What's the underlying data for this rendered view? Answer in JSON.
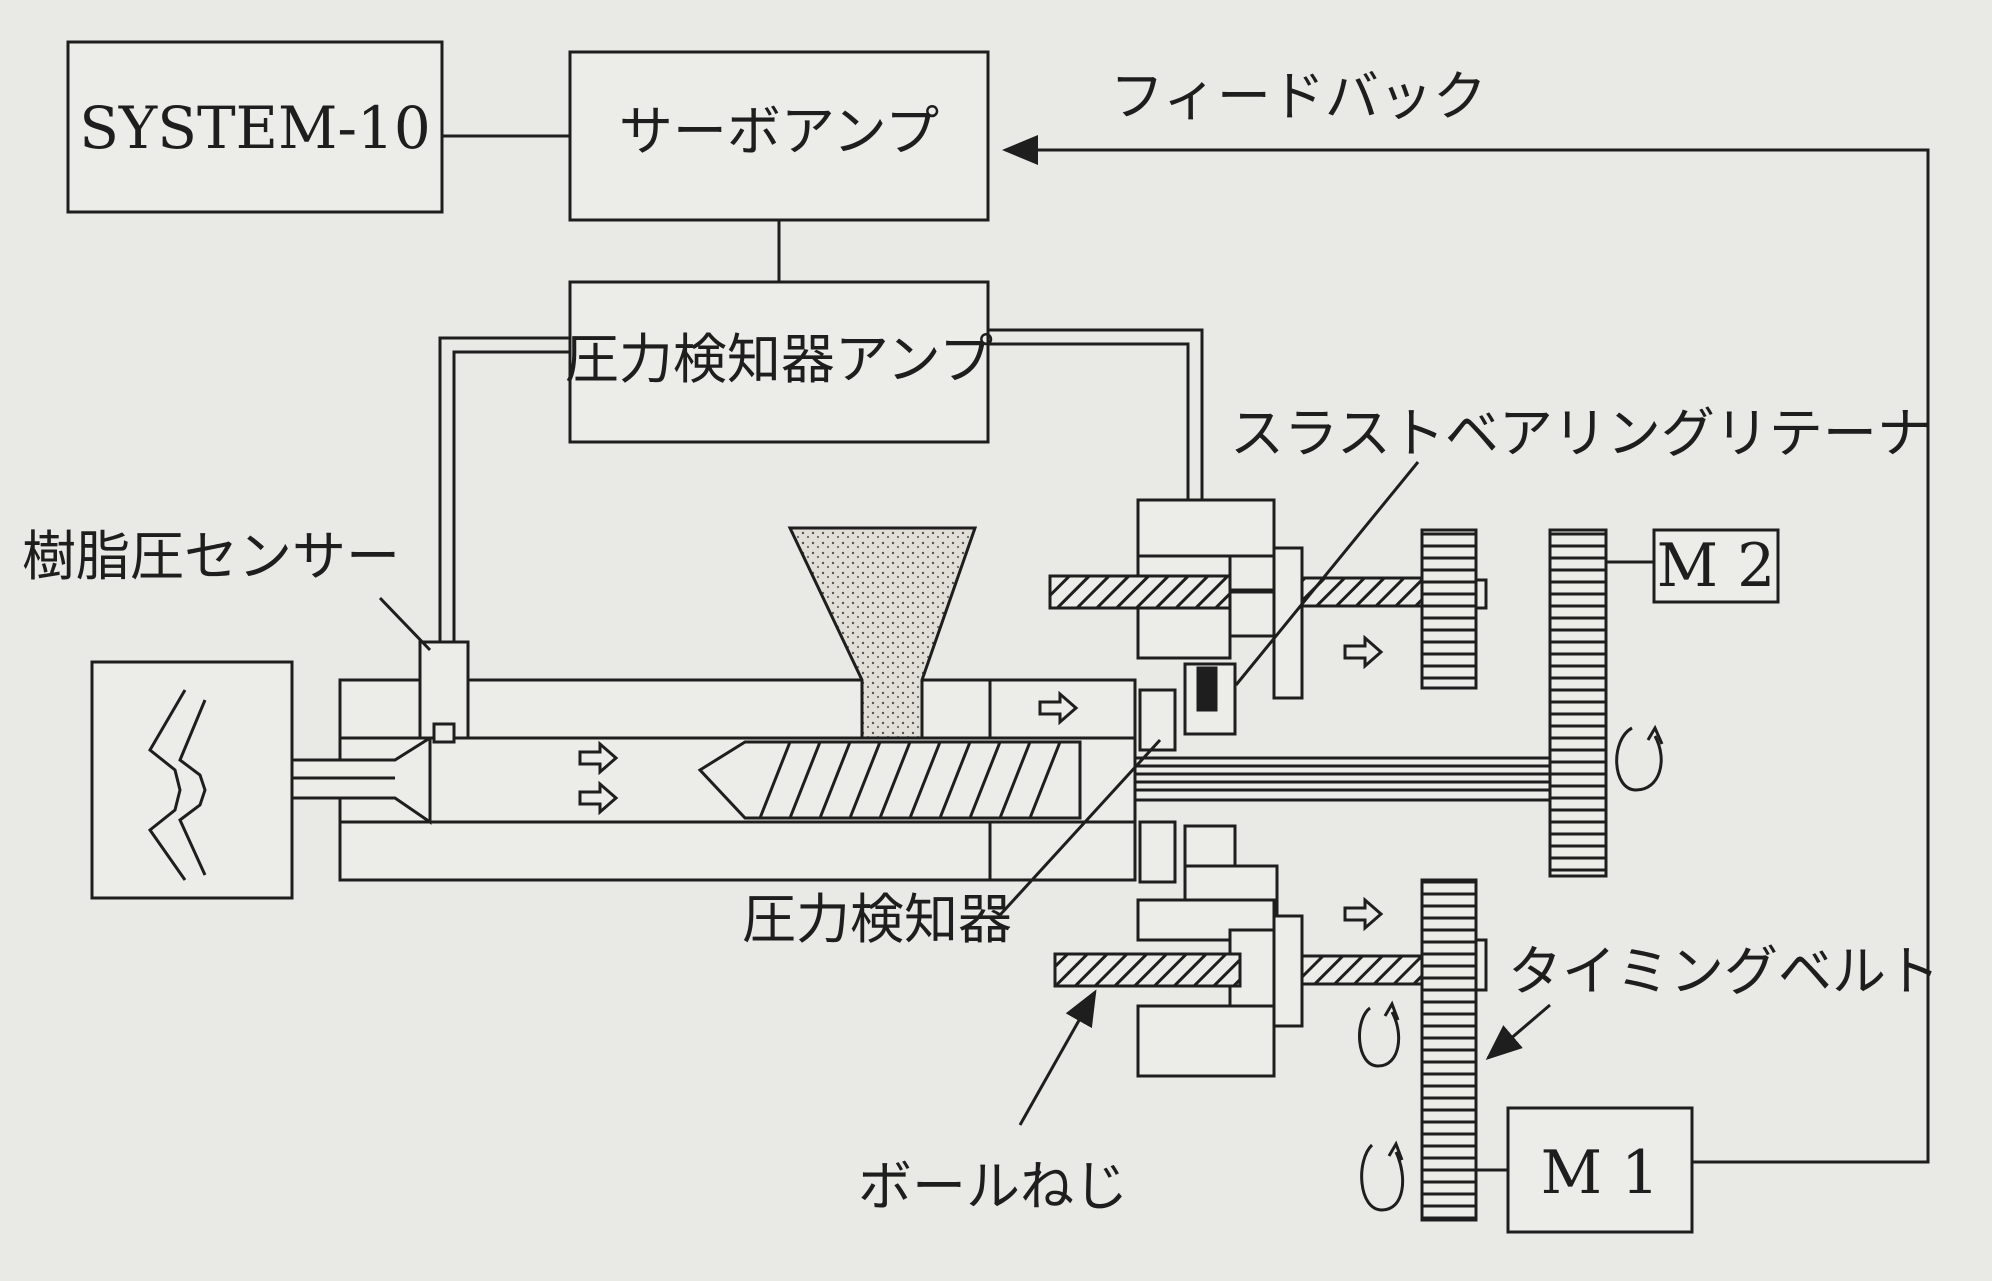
{
  "diagram": {
    "blocks": {
      "system10": "SYSTEM-10",
      "servo_amp": "サーボアンプ",
      "pressure_amp": "圧力検知器アンプ",
      "motor2": "M 2",
      "motor1": "M 1"
    },
    "labels": {
      "feedback": "フィードバック",
      "resin_sensor": "樹脂圧センサー",
      "thrust_retainer": "スラストベアリングリテーナ",
      "pressure_detector": "圧力検知器",
      "timing_belt": "タイミングベルト",
      "ball_screw": "ボールねじ"
    },
    "colors": {
      "paper": "#e9e9e6",
      "ink": "#1e1e1e",
      "box_fill": "#ecece9",
      "hopper_fill": "#e2dfd8"
    },
    "icons": [
      "flow-arrow-icon",
      "rotation-arrow-icon"
    ]
  }
}
